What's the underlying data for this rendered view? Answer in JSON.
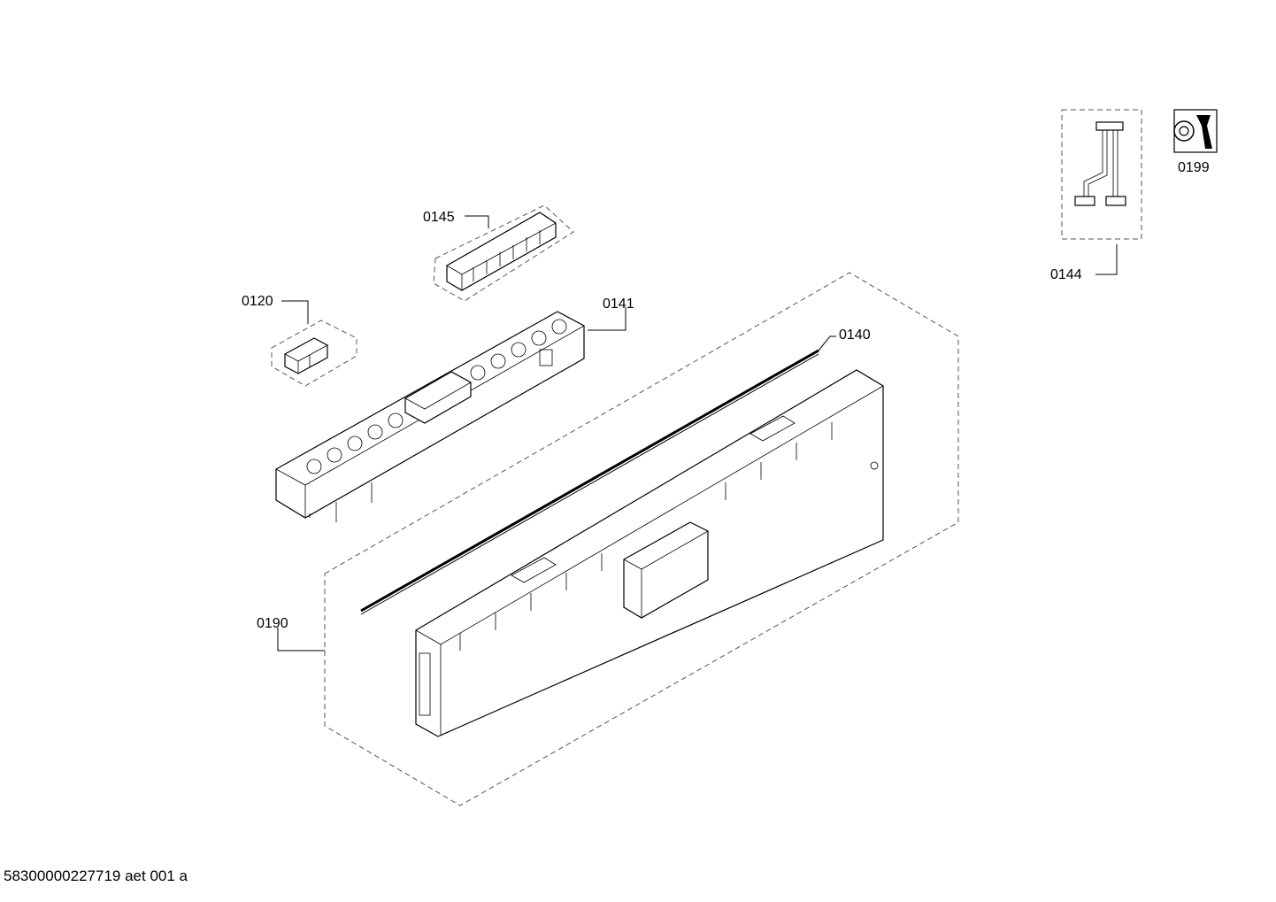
{
  "diagram": {
    "callouts": [
      {
        "id": "0145",
        "label": "0145"
      },
      {
        "id": "0144",
        "label": "0144"
      },
      {
        "id": "0120",
        "label": "0120"
      },
      {
        "id": "0141",
        "label": "0141"
      },
      {
        "id": "0140",
        "label": "0140"
      },
      {
        "id": "0190",
        "label": "0190"
      },
      {
        "id": "0199",
        "label": "0199"
      }
    ],
    "icons": {
      "service_kit": "nut-wrench-icon"
    }
  },
  "footer": {
    "document_code": "58300000227719 aet 001 a"
  }
}
